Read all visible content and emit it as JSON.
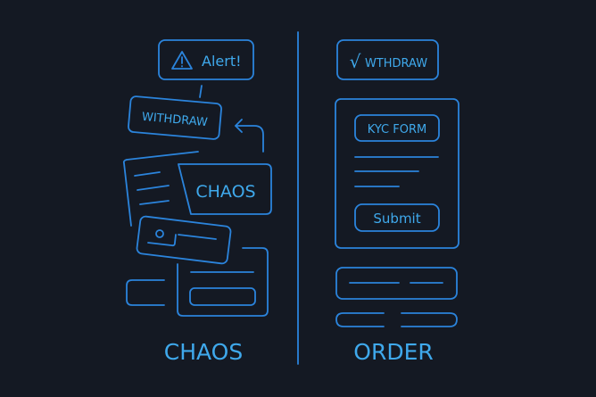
{
  "left_panel": {
    "title": "CHAOS",
    "alert_label": "Alert!",
    "withdraw_label": "WITHDRAW",
    "chaos_card_label": "CHAOS"
  },
  "right_panel": {
    "title": "ORDER",
    "withdraw_label": "WTHDRAW",
    "check_glyph": "√",
    "kyc_label": "KYC FORM",
    "submit_label": "Submit"
  },
  "colors": {
    "background": "#141923",
    "stroke": "#2b84dc",
    "text": "#3fa9ec"
  }
}
